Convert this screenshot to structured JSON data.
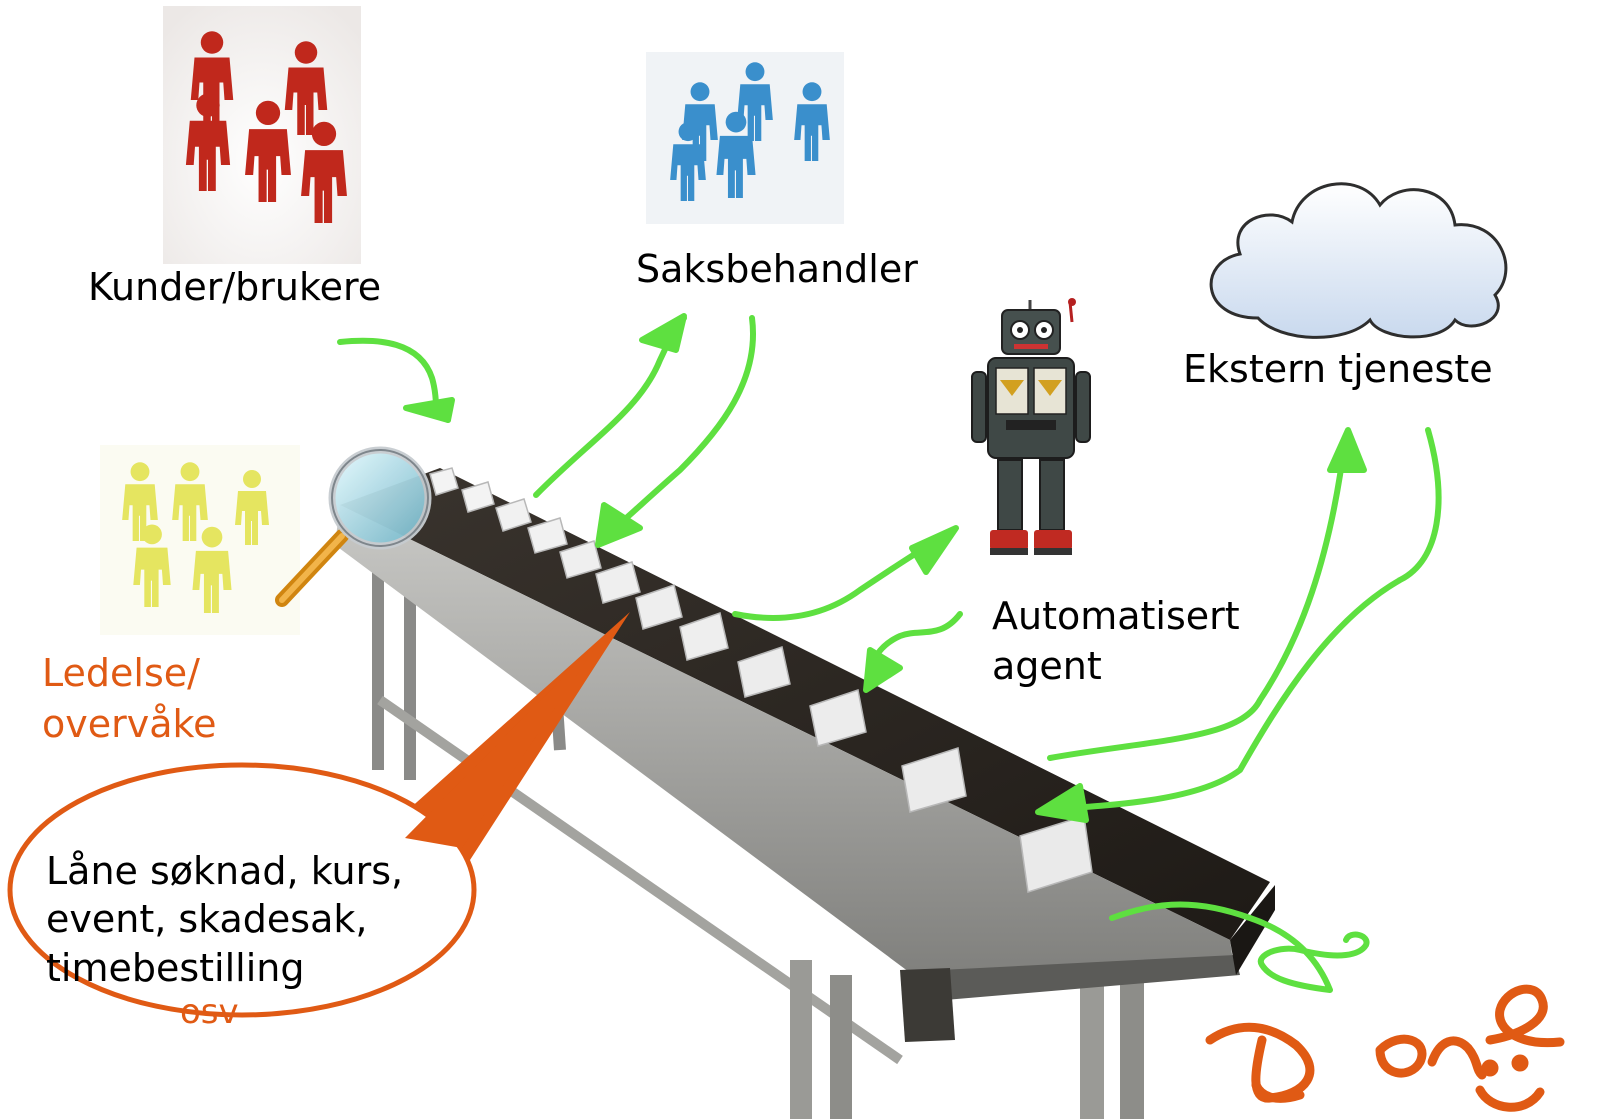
{
  "labels": {
    "customers": "Kunder/brukere",
    "caseworker": "Saksbehandler",
    "external_service": "Ekstern tjeneste",
    "agent_line1": "Automatisert",
    "agent_line2": "agent",
    "management_line1": "Ledelse/",
    "management_line2": "overvåke"
  },
  "bubble": {
    "line1": "Låne søknad, kurs,",
    "line2": "event, skadesak,",
    "line3": "timebestilling",
    "line4": "osv"
  },
  "handwriting": "Done",
  "colors": {
    "arrow_green": "#5ee040",
    "handwriting_orange": "#e05a14",
    "customers_red": "#c0281c",
    "caseworker_blue": "#3a8fcc",
    "management_yellow": "#dede30",
    "belt_dark": "#2b2621",
    "frame_metal": "#8a8a88"
  },
  "icons": [
    "people-group-icon",
    "robot-icon",
    "cloud-icon",
    "magnifier-icon",
    "box-icon"
  ]
}
